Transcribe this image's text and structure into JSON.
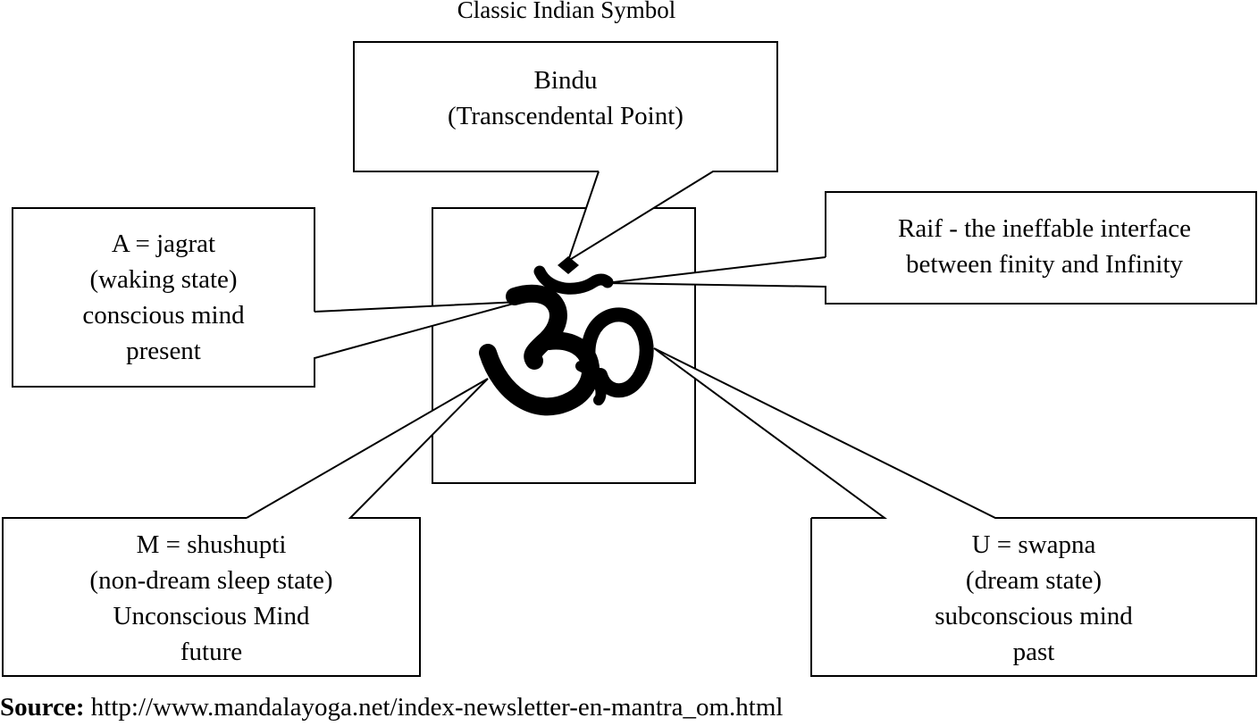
{
  "title": "Classic Indian Symbol",
  "om_symbol": "ॐ",
  "callouts": {
    "bindu": [
      "Bindu",
      "(Transcendental Point)"
    ],
    "raif": [
      "Raif - the ineffable interface",
      "between finity and Infinity"
    ],
    "a": [
      "A = jagrat",
      "(waking state)",
      "conscious mind",
      "present"
    ],
    "m": [
      "M = shushupti",
      "(non-dream sleep state)",
      "Unconscious Mind",
      "future"
    ],
    "u": [
      "U = swapna",
      "(dream state)",
      "subconscious mind",
      "past"
    ]
  },
  "source": {
    "label": "Source:",
    "url": "http://www.mandalayoga.net/index-newsletter-en-mantra_om.html"
  }
}
